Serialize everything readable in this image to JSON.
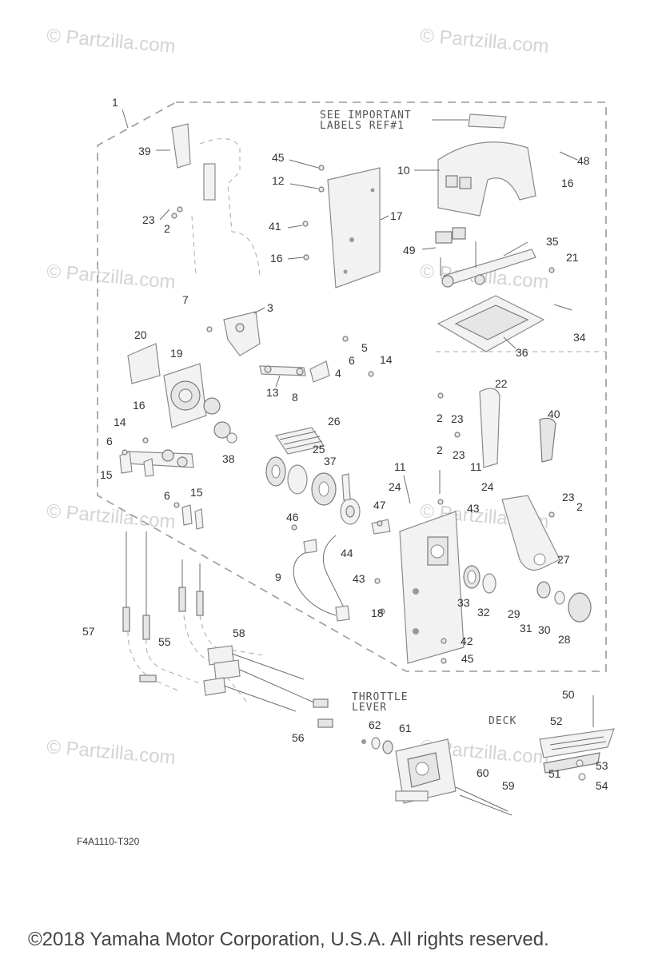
{
  "watermarks": [
    "© Partzilla.com",
    "© Partzilla.com",
    "© Partzilla.com",
    "© Partzilla.com",
    "© Partzilla.com",
    "© Partzilla.com",
    "© Partzilla.com",
    "© Partzilla.com"
  ],
  "labels": {
    "see_important_line1": "SEE IMPORTANT",
    "see_important_line2": "LABELS REF#1",
    "throttle_line1": "THROTTLE",
    "throttle_line2": "LEVER",
    "deck": "DECK"
  },
  "diagram_code": "F4A1110-T320",
  "copyright": "©2018  Yamaha Motor Corporation, U.S.A. All rights reserved.",
  "callouts": [
    "1",
    "39",
    "23",
    "2",
    "45",
    "12",
    "41",
    "16",
    "17",
    "10",
    "48",
    "16",
    "49",
    "35",
    "21",
    "34",
    "36",
    "7",
    "3",
    "5",
    "6",
    "4",
    "14",
    "13",
    "8",
    "20",
    "19",
    "16",
    "14",
    "6",
    "15",
    "38",
    "26",
    "25",
    "37",
    "22",
    "2",
    "23",
    "2",
    "23",
    "40",
    "11",
    "24",
    "11",
    "24",
    "43",
    "23",
    "2",
    "27",
    "46",
    "47",
    "44",
    "9",
    "43",
    "33",
    "32",
    "29",
    "31",
    "30",
    "28",
    "18",
    "42",
    "45",
    "6",
    "15",
    "57",
    "55",
    "58",
    "56",
    "50",
    "52",
    "62",
    "61",
    "60",
    "59",
    "51",
    "53",
    "54"
  ]
}
